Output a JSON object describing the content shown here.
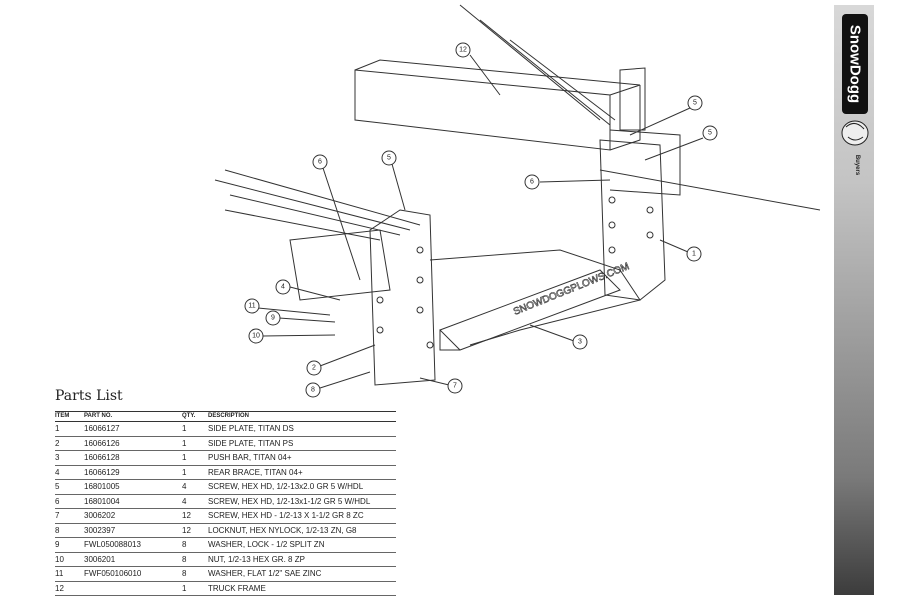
{
  "diagram": {
    "callouts": [
      "12",
      "5",
      "5",
      "6",
      "6",
      "5",
      "1",
      "4",
      "11",
      "9",
      "10",
      "3",
      "2",
      "8",
      "7"
    ],
    "bar_text": "SNOWDOGGPLOWS.COM"
  },
  "parts_list": {
    "title": "Parts List",
    "headers": [
      "ITEM",
      "PART NO.",
      "QTY.",
      "DESCRIPTION"
    ],
    "rows": [
      [
        "1",
        "16066127",
        "1",
        "SIDE PLATE, TITAN DS"
      ],
      [
        "2",
        "16066126",
        "1",
        "SIDE PLATE, TITAN PS"
      ],
      [
        "3",
        "16066128",
        "1",
        "PUSH BAR, TITAN 04+"
      ],
      [
        "4",
        "16066129",
        "1",
        "REAR BRACE, TITAN 04+"
      ],
      [
        "5",
        "16801005",
        "4",
        "SCREW, HEX HD, 1/2-13x2.0 GR 5 W/HDL"
      ],
      [
        "6",
        "16801004",
        "4",
        "SCREW, HEX HD, 1/2-13x1-1/2 GR 5 W/HDL"
      ],
      [
        "7",
        "3006202",
        "12",
        "SCREW, HEX HD - 1/2-13 X 1-1/2 GR 8 ZC"
      ],
      [
        "8",
        "3002397",
        "12",
        "LOCKNUT, HEX NYLOCK, 1/2-13 ZN, G8"
      ],
      [
        "9",
        "FWL050088013",
        "8",
        "WASHER, LOCK - 1/2 SPLIT ZN"
      ],
      [
        "10",
        "3006201",
        "8",
        "NUT, 1/2-13 HEX GR. 8 ZP"
      ],
      [
        "11",
        "FWF050106010",
        "8",
        "WASHER, FLAT 1/2\" SAE ZINC"
      ],
      [
        "12",
        "",
        "1",
        "TRUCK FRAME"
      ]
    ]
  },
  "brand": {
    "logo": "SnowDogg",
    "sub": "Buyers"
  }
}
